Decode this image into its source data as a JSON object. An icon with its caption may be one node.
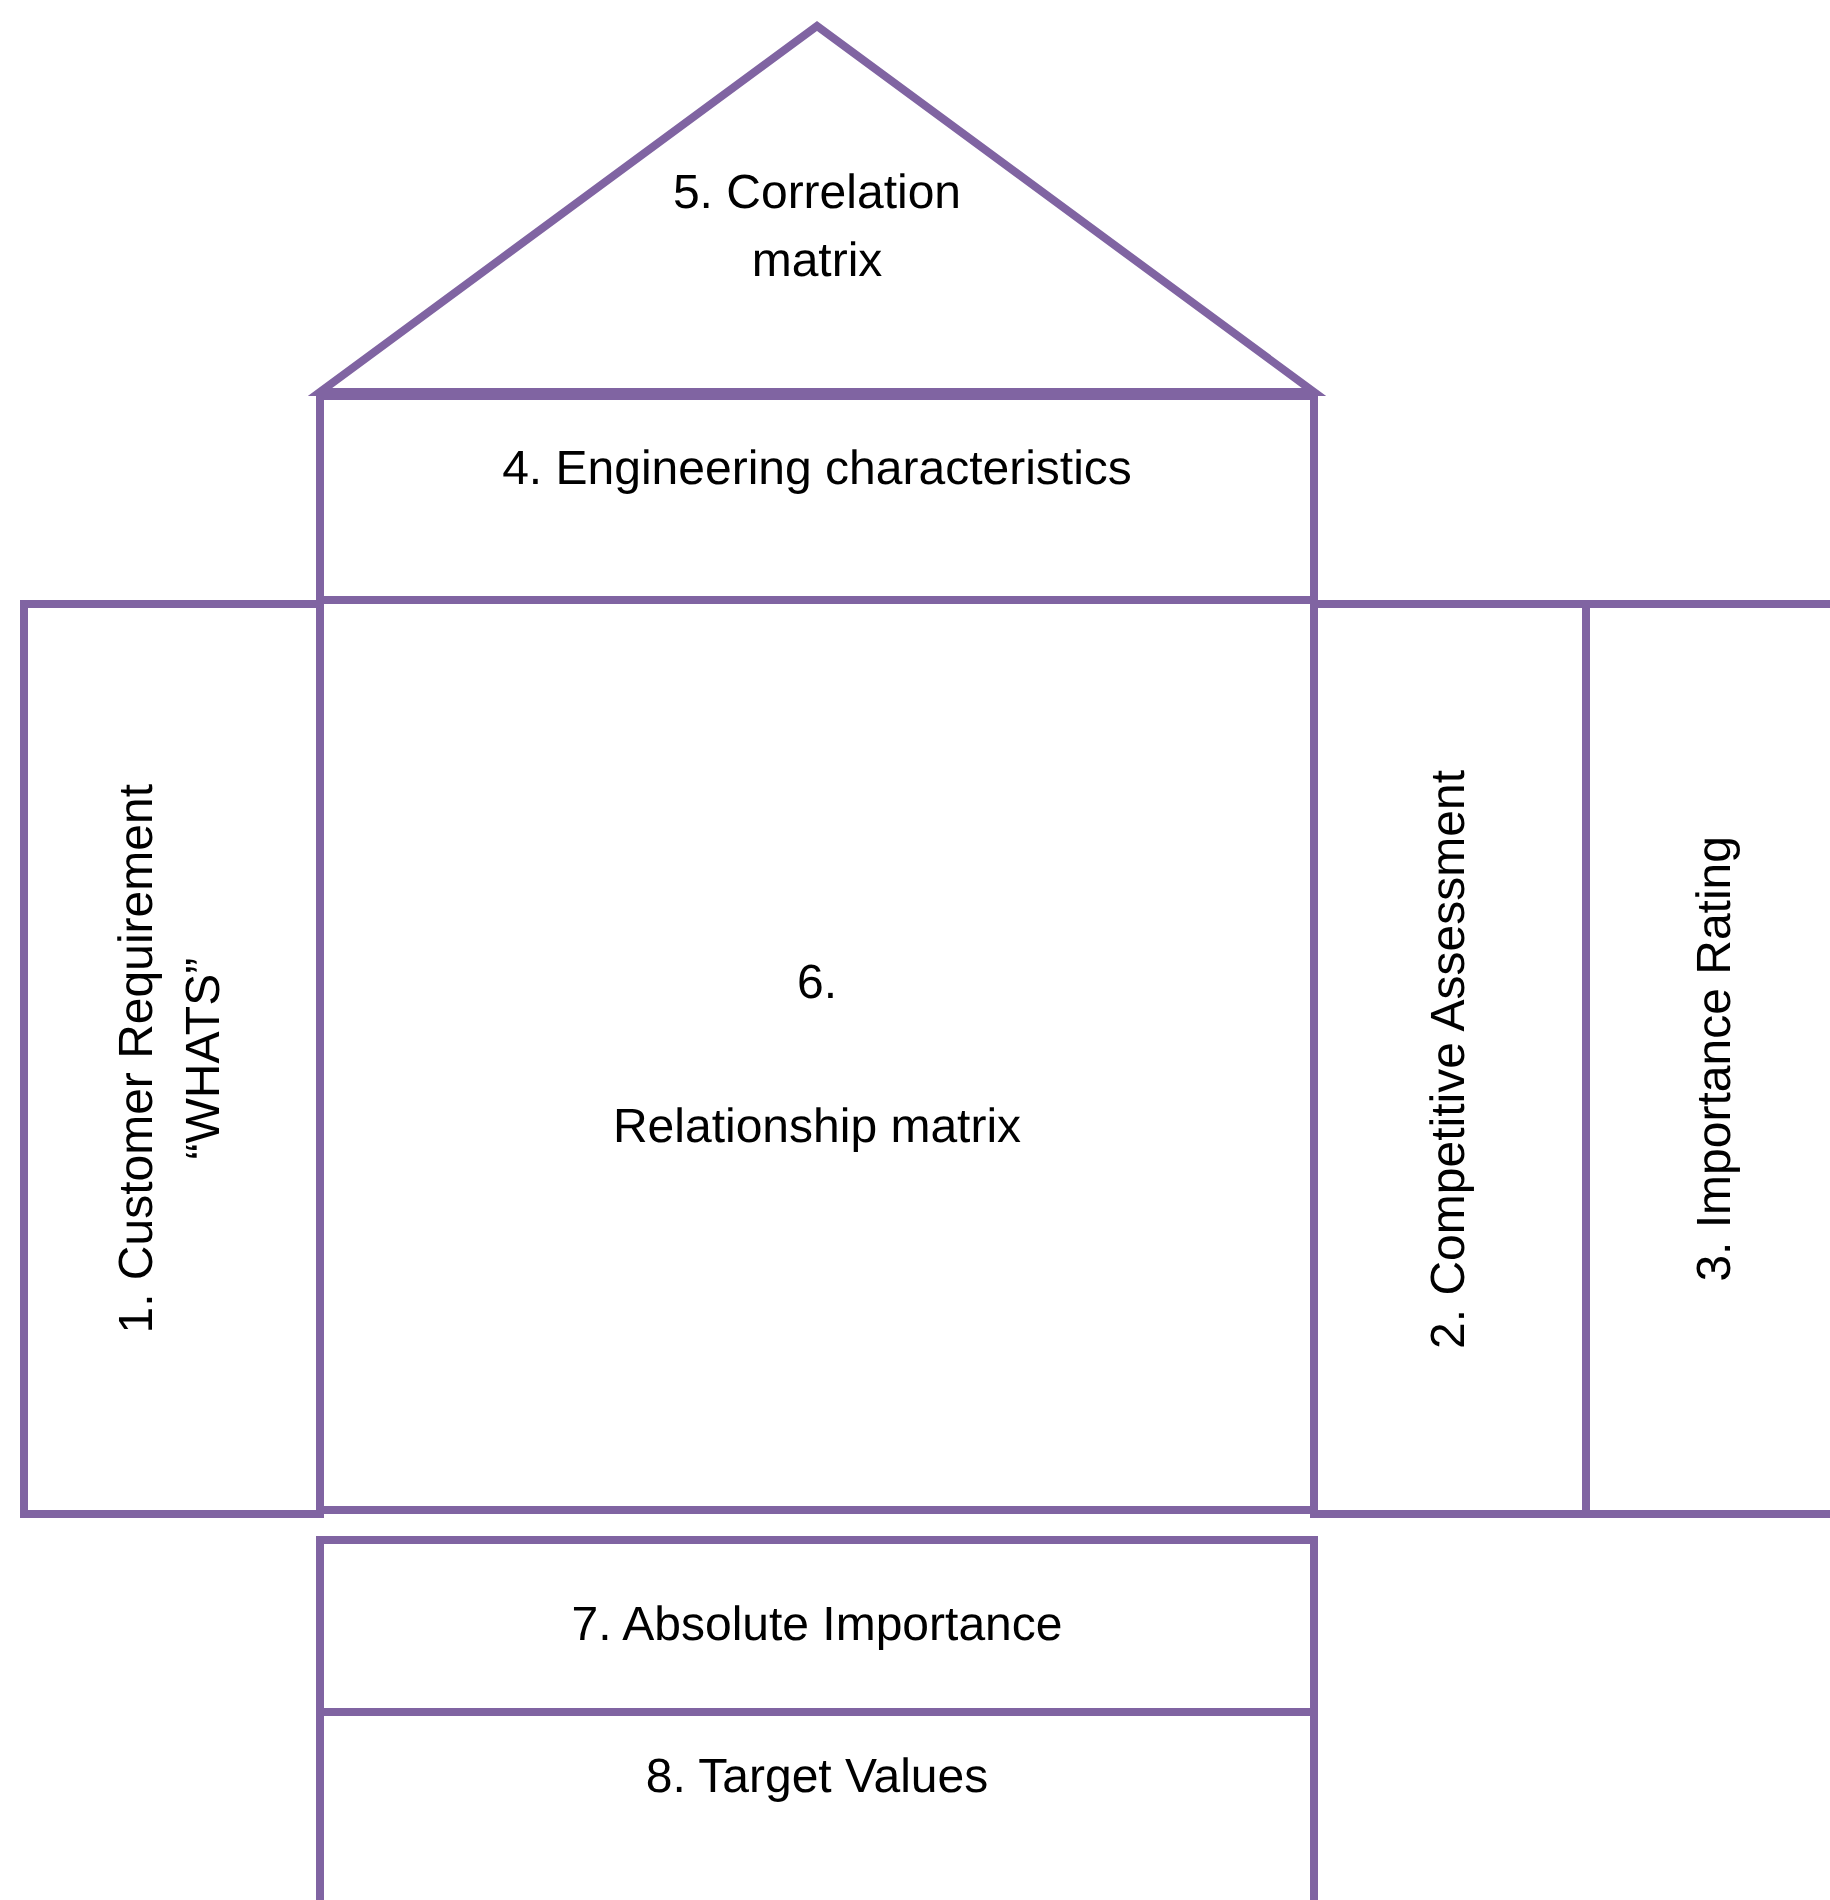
{
  "diagram": {
    "nodes": [
      {
        "text": [
          "5. Correlation matrix"
        ]
      },
      {
        "text": [
          "4. Engineering characteristics"
        ]
      },
      {
        "text": [
          "1.  Customer Requirement",
          "“WHATS”"
        ]
      },
      {
        "text": [
          "6.",
          "Relationship matrix"
        ]
      },
      {
        "text": [
          "2. Competitive Assessment"
        ]
      },
      {
        "text": [
          "3. Importance Rating"
        ]
      },
      {
        "text": [
          "7. Absolute Importance"
        ]
      },
      {
        "text": [
          "8. Target Values"
        ]
      }
    ]
  }
}
